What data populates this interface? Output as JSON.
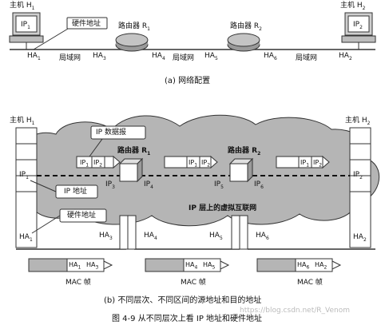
{
  "top": {
    "host1": {
      "label": "主机 H",
      "sub": "1",
      "ip": "IP",
      "ip_sub": "1",
      "ha": "HA",
      "ha_sub": "1"
    },
    "host2": {
      "label": "主机 H",
      "sub": "2",
      "ip": "IP",
      "ip_sub": "2",
      "ha": "HA",
      "ha_sub": "2"
    },
    "hw_callout": "硬件地址",
    "router1": {
      "label": "路由器 R",
      "sub": "1"
    },
    "router2": {
      "label": "路由器 R",
      "sub": "2"
    },
    "ha_labels": [
      {
        "t": "HA",
        "s": "3"
      },
      {
        "t": "HA",
        "s": "4"
      },
      {
        "t": "HA",
        "s": "5"
      },
      {
        "t": "HA",
        "s": "6"
      }
    ],
    "lan": "局域网",
    "caption": "(a) 网络配置"
  },
  "bottom": {
    "host1": {
      "label": "主机 H",
      "sub": "1"
    },
    "host2": {
      "label": "主机 H",
      "sub": "2"
    },
    "router1": {
      "label": "路由器 R",
      "sub": "1"
    },
    "router2": {
      "label": "路由器 R",
      "sub": "2"
    },
    "ip_datagram": "IP 数据报",
    "ip_address": "IP 地址",
    "hw_address": "硬件地址",
    "virtual_net": "IP 层上的虚拟互联网",
    "ip_labels": [
      {
        "t": "IP",
        "s": "1"
      },
      {
        "t": "IP",
        "s": "2"
      },
      {
        "t": "IP",
        "s": "3"
      },
      {
        "t": "IP",
        "s": "4"
      },
      {
        "t": "IP",
        "s": "5"
      },
      {
        "t": "IP",
        "s": "6"
      }
    ],
    "ha_labels": [
      {
        "t": "HA",
        "s": "1"
      },
      {
        "t": "HA",
        "s": "3"
      },
      {
        "t": "HA",
        "s": "4"
      },
      {
        "t": "HA",
        "s": "5"
      },
      {
        "t": "HA",
        "s": "6"
      },
      {
        "t": "HA",
        "s": "2"
      }
    ],
    "frames": [
      {
        "a": "HA",
        "as": "1",
        "b": "HA",
        "bs": "3"
      },
      {
        "a": "HA",
        "as": "4",
        "b": "HA",
        "bs": "5"
      },
      {
        "a": "HA",
        "as": "6",
        "b": "HA",
        "bs": "2"
      }
    ],
    "mac_frame": "MAC 帧",
    "caption": "(b) 不同层次、不同区间的源地址和目的地址"
  },
  "figure_caption": "图 4-9   从不同层次上看 IP 地址和硬件地址",
  "watermark": "https://blog.csdn.net/R_Venom"
}
